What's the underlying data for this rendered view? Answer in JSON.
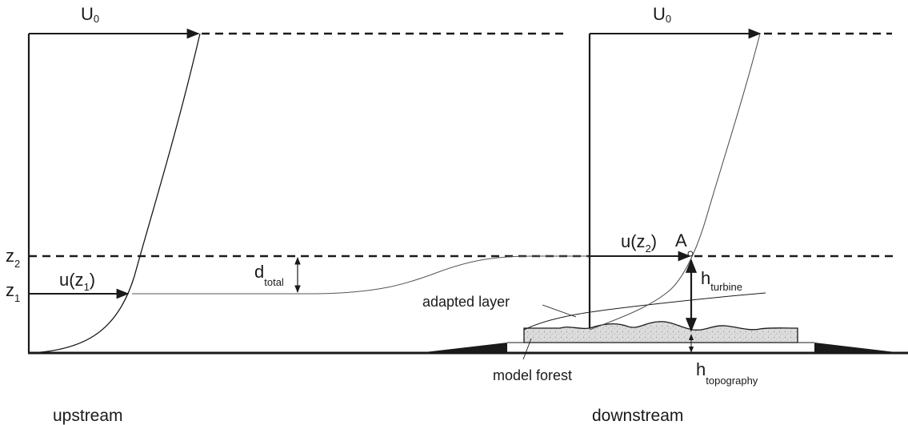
{
  "labels": {
    "u0_left": {
      "main": "U",
      "sub": "0"
    },
    "u0_right": {
      "main": "U",
      "sub": "0"
    },
    "z2": {
      "main": "z",
      "sub": "2"
    },
    "z1": {
      "main": "z",
      "sub": "1"
    },
    "u_z1": {
      "pre": "u(z",
      "sub": "1",
      "post": ")"
    },
    "u_z2": {
      "pre": "u(z",
      "sub": "2",
      "post": ")"
    },
    "d_total": {
      "main": "d",
      "sub": "total"
    },
    "point_a": "A",
    "h_turbine": {
      "main": "h",
      "sub": "turbine"
    },
    "h_topography": {
      "main": "h",
      "sub": "topography"
    },
    "adapted_layer": "adapted layer",
    "model_forest": "model forest",
    "upstream": "upstream",
    "downstream": "downstream"
  }
}
